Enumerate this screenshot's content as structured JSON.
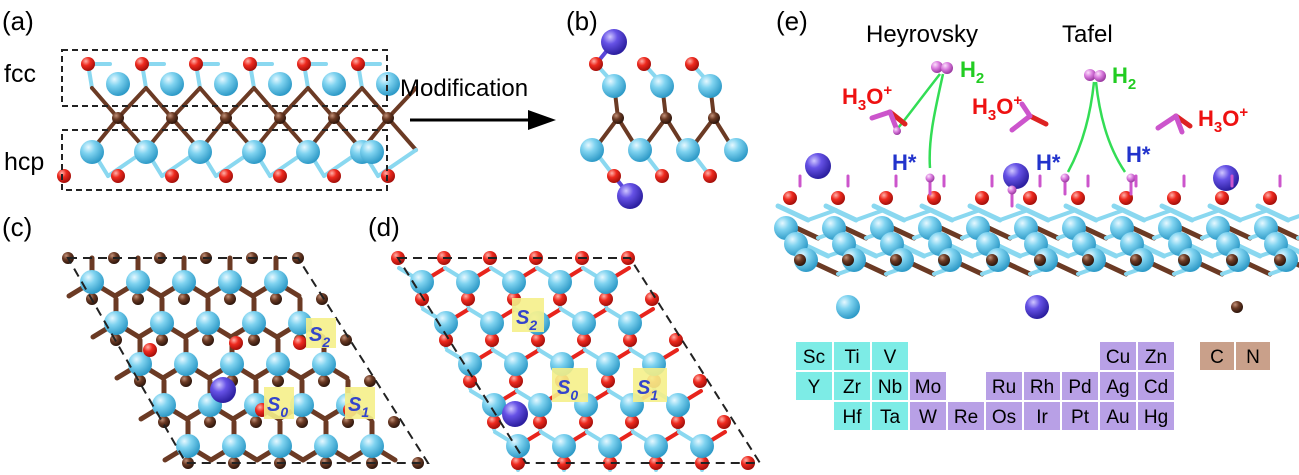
{
  "panels": {
    "a": "(a)",
    "b": "(b)",
    "c": "(c)",
    "d": "(d)",
    "e": "(e)"
  },
  "layers": {
    "fcc": "fcc",
    "hcp": "hcp"
  },
  "arrow_label": "Modification",
  "reaction": {
    "heyrovsky": "Heyrovsky",
    "tafel": "Tafel",
    "h2": "H",
    "h2_sub": "2",
    "h3o": "H",
    "h3o_sub": "3",
    "h3o_rest": "O",
    "h3o_sup": "+",
    "hstar": "H*"
  },
  "sites": {
    "s2": "S",
    "s2_sub": "2",
    "s0": "S",
    "s0_sub": "0",
    "s1": "S",
    "s1_sub": "1"
  },
  "colors": {
    "metal": "#6cc9ea",
    "dopant": "#5a46d8",
    "carbon": "#6b3a24",
    "oxygen": "#e8241c",
    "bond_light": "#8ad8f0",
    "hydrogen": "#d878dc",
    "tm_light": "#7dece6",
    "tm_purple": "#b8a0e6",
    "tm_brown": "#c9a08a"
  },
  "periodic_table": {
    "light": [
      "Sc",
      "Ti",
      "V",
      "Y",
      "Zr",
      "Nb",
      "Hf",
      "Ta"
    ],
    "purple": [
      "Cu",
      "Zn",
      "Mo",
      "Ru",
      "Rh",
      "Pd",
      "Ag",
      "Cd",
      "W",
      "Re",
      "Os",
      "Ir",
      "Pt",
      "Au",
      "Hg"
    ],
    "nonmetal": [
      "C",
      "N"
    ]
  }
}
